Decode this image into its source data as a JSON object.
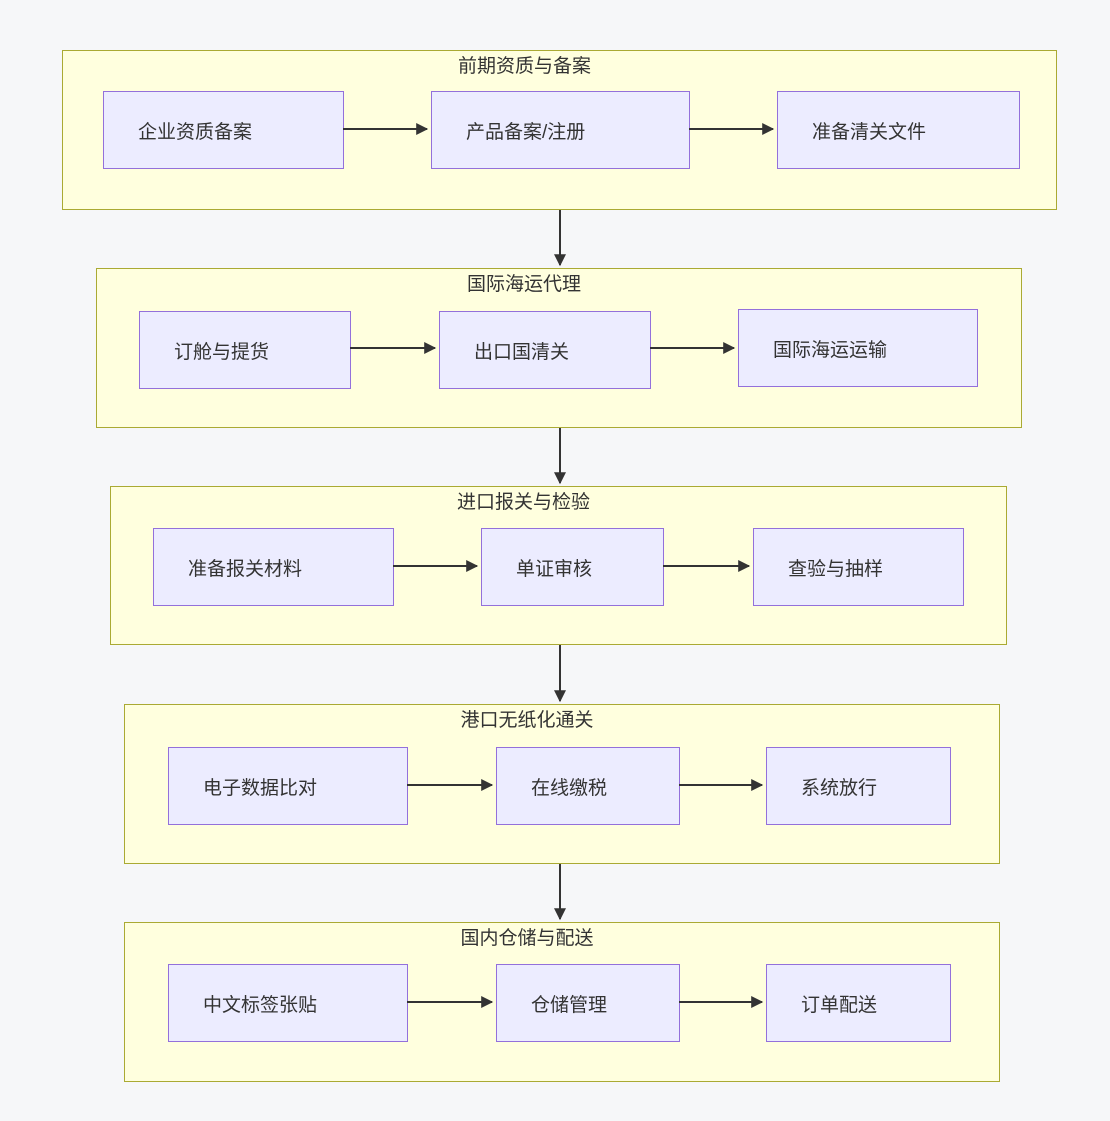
{
  "page": {
    "background": "#F6F7F9"
  },
  "diagram": {
    "type": "flowchart",
    "orientation": "stages stacked top-to-bottom, steps left-to-right inside each stage",
    "colors": {
      "stage_fill": "#FFFFDE",
      "stage_border": "#AAAA33",
      "node_fill": "#ECECFF",
      "node_border": "#9370DB",
      "arrow": "#333333",
      "text": "#333333"
    },
    "stages": [
      {
        "title": "前期资质与备案",
        "steps": [
          "企业资质备案",
          "产品备案/注册",
          "准备清关文件"
        ]
      },
      {
        "title": "国际海运代理",
        "steps": [
          "订舱与提货",
          "出口国清关",
          "国际海运运输"
        ]
      },
      {
        "title": "进口报关与检验",
        "steps": [
          "准备报关材料",
          "单证审核",
          "查验与抽样"
        ]
      },
      {
        "title": "港口无纸化通关",
        "steps": [
          "电子数据比对",
          "在线缴税",
          "系统放行"
        ]
      },
      {
        "title": "国内仓储与配送",
        "steps": [
          "中文标签张贴",
          "仓储管理",
          "订单配送"
        ]
      }
    ],
    "connections": {
      "within_stage": "arrow from each step to the next step on its right",
      "between_stages": "downward arrow from each stage bottom center to the next stage top center"
    }
  }
}
